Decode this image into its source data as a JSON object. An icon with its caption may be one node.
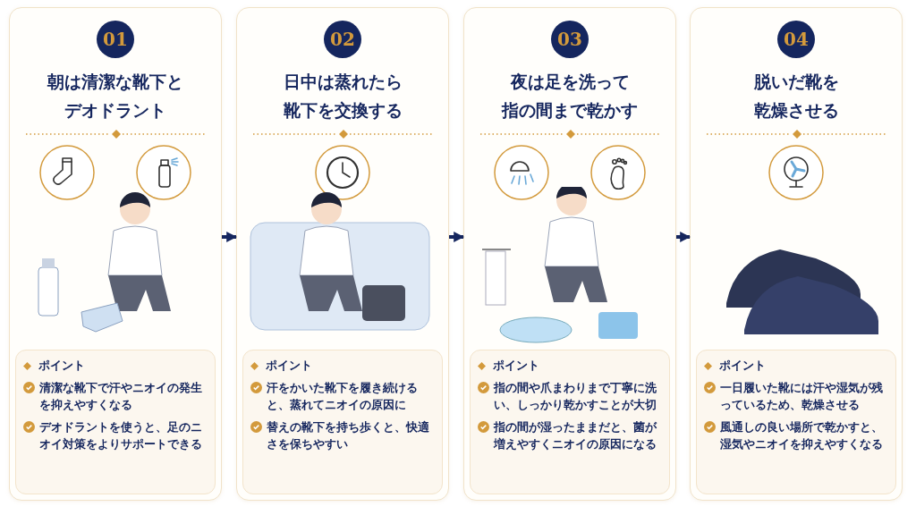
{
  "diagram": {
    "nodes": [
      {
        "text": [
          "01",
          "朝は清潔な靴下とデオドラント"
        ]
      },
      {
        "text": [
          "ポイント",
          "清潔な靴下で汗やニオイの発生を抑えやすくなる",
          "デオドラントを使うと、足のニオイ対策をよりサポートできる"
        ],
        "in": 0
      },
      {
        "text": [
          "02",
          "日中は蒸れたら靴下を交換する"
        ]
      },
      {
        "text": [
          "ポイント",
          "汗をかいた靴下を履き続けると、蒸れてニオイの原因に",
          "替えの靴下を持ち歩くと、快適さを保ちやすい"
        ],
        "in": 2
      },
      {
        "text": [
          "03",
          "夜は足を洗って指の間まで乾かす"
        ]
      },
      {
        "text": [
          "ポイント",
          "指の間や爪まわりまで丁寧に洗い、しっかり乾かすことが大切",
          "指の間が湿ったままだと、菌が増えやすくニオイの原因になる"
        ],
        "in": 4
      },
      {
        "text": [
          "04",
          "脱いだ靴を乾燥させる"
        ]
      },
      {
        "text": [
          "ポイント",
          "一日履いた靴には汗や湿気が残っているため、乾燥させる",
          "風通しの良い場所で乾かすと、湿気やニオイを抑えやすくなる"
        ],
        "in": 6
      }
    ],
    "edges": [
      {
        "from": 0,
        "to": 2,
        "arrow": "to"
      },
      {
        "from": 2,
        "to": 4,
        "arrow": "to"
      },
      {
        "from": 4,
        "to": 6,
        "arrow": "to"
      }
    ]
  }
}
